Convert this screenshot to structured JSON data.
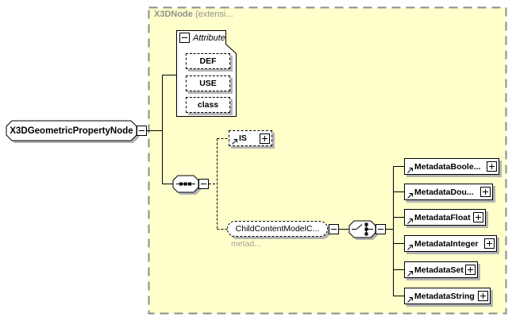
{
  "region": {
    "name": "X3DNode",
    "suffix": " (extensi...",
    "fill_color": "#FFFFCC",
    "border_color": "#8c8c8c"
  },
  "root_element": {
    "label": "X3DGeometricPropertyNode"
  },
  "attributes_group": {
    "label": "Attribute",
    "items": [
      {
        "label": "DEF"
      },
      {
        "label": "USE"
      },
      {
        "label": "class"
      }
    ]
  },
  "is_element": {
    "label": "IS"
  },
  "child_content_element": {
    "label": "ChildContentModelC...",
    "annotation": "metad..."
  },
  "metadata_elements": [
    {
      "label": "MetadataBoole..."
    },
    {
      "label": "MetadataDou..."
    },
    {
      "label": "MetadataFloat"
    },
    {
      "label": "MetadataInteger"
    },
    {
      "label": "MetadataSet"
    },
    {
      "label": "MetadataString"
    }
  ],
  "icons": {
    "collapse": "minus-box",
    "expand": "plus-box",
    "reference": "arrow-up-right",
    "sequence": "sequence-dots",
    "choice": "choice-switch"
  },
  "colors": {
    "shadow": "#b3b3b3",
    "connector": "#000000",
    "muted_label": "#92928a",
    "annotation_text": "#a3a396"
  }
}
